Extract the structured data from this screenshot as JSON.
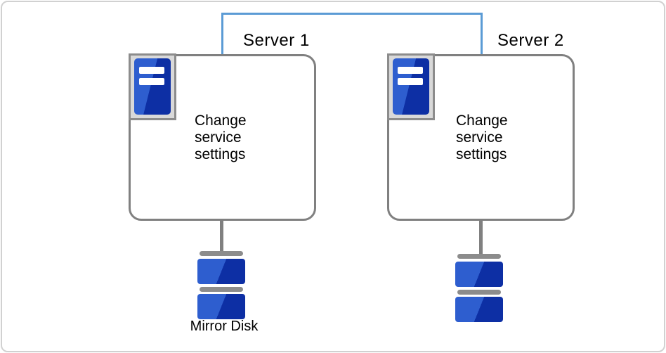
{
  "diagram": {
    "servers": [
      {
        "title": "Server 1",
        "body": "Change\nservice\nsettings"
      },
      {
        "title": "Server 2",
        "body": "Change\nservice\nsettings"
      }
    ],
    "disks": {
      "label": "Mirror Disk"
    },
    "icons": {
      "server": "server-tower-icon",
      "disk": "mirror-disk-stack-icon"
    }
  },
  "colors": {
    "frame_border": "#d1d1d1",
    "box_border": "#808080",
    "connector_blue": "#5b9bd5",
    "connector_gray": "#808080",
    "icon_bg": "#d9d9d9",
    "icon_border": "#8c8c8c",
    "blue_light": "#2e5ecf",
    "blue_dark": "#0d2fa4",
    "disk_cap": "#8c8c8c",
    "text": "#000000"
  }
}
